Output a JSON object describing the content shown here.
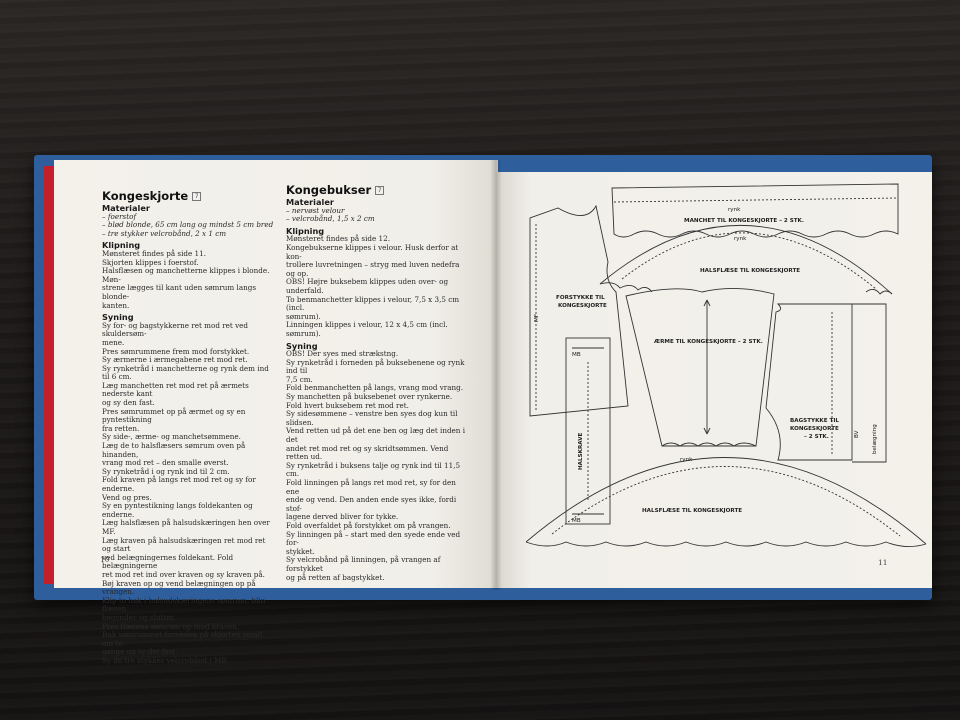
{
  "left_page": {
    "page_number": "10",
    "col1": {
      "title": "Kongeskjorte",
      "title_mark": "7",
      "sections": [
        {
          "heading": "Materialer",
          "italic": true,
          "lines": [
            "– foerstof",
            "– blød blonde, 65 cm lang og mindst 5 cm bred",
            "– tre stykker velcrobånd, 2 x 1 cm"
          ]
        },
        {
          "heading": "Klipning",
          "italic": false,
          "lines": [
            "Mønsteret findes på side 11.",
            "Skjorten klippes i foerstof.",
            "Halsflæsen og manchetterne klippes i blonde. Møn-",
            "strene lægges til kant uden sømrum langs blonde-",
            "kanten."
          ]
        },
        {
          "heading": "Syning",
          "italic": false,
          "lines": [
            "Sy for- og bagstykkerne ret mod ret ved skuldersøm-",
            "mene.",
            "Pres sømrummene frem mod forstykket.",
            "Sy ærmerne i ærmegabene ret mod ret.",
            "Sy rynketråd i manchetterne og rynk dem ind til 6 cm.",
            "Læg manchetten ret mod ret på ærmets nederste kant",
            "og sy den fast.",
            "Pres sømrummet op på ærmet og sy en pyntestikning",
            "fra retten.",
            "Sy side-, ærme- og manchetsømmene.",
            "Læg de to halsflæsers sømrum oven på hinanden,",
            "vrang mod ret – den smalle øverst.",
            "Sy rynketråd i og rynk ind til 2 cm.",
            "Fold kraven på langs ret mod ret og sy for enderne.",
            "Vend og pres.",
            "Sy en pyntestikning langs foldekanten og enderne.",
            "Læg halsflæsen på halsudskæringen hen over MF.",
            "Læg kraven på halsudskæringen ret mod ret og start",
            "ved belægningernes foldekant. Fold belægningerne",
            "ret mod ret ind over kraven og sy kraven på.",
            "Bøj kraven op og vend belægningen op på vrangen.",
            "Klip to hak i halsudskæringens sømrum, blin flæsen",
            "begynder og slutter.",
            "Pres flæsens sømrum op mod kraven.",
            "Buk sømrummet forneden på skjorten smalt om to",
            "gange og sy det fast.",
            "Sy de tre stykker velcrobånd i MB."
          ]
        }
      ]
    },
    "col2": {
      "title": "Kongebukser",
      "title_mark": "7",
      "sections": [
        {
          "heading": "Materialer",
          "italic": true,
          "lines": [
            "– nervøst velour",
            "– velcrobånd, 1,5 x 2 cm"
          ]
        },
        {
          "heading": "Klipning",
          "italic": false,
          "lines": [
            "Mønsteret findes på side 12.",
            "Kongebukserne klippes i velour. Husk derfor at kon-",
            "trollere luvretningen – stryg med luven nedefra og op.",
            "OBS! Højre buksebem klippes uden over- og underfald.",
            "To benmanchetter klippes i velour, 7,5 x 3,5 cm (incl.",
            "sømrum).",
            "Linningen klippes i velour, 12 x 4,5 cm (incl. sømrum)."
          ]
        },
        {
          "heading": "Syning",
          "italic": false,
          "lines": [
            "OBS! Der syes med strækstng.",
            "Sy rynketråd i forneden på buksebenene og rynk ind til",
            "7,5 cm.",
            "Fold benmanchetten på langs, vrang mod vrang.",
            "Sy manchetten på buksebenet over rynkerne.",
            "Fold hvert buksebem ret mod ret.",
            "Sy sidesømmene – venstre ben syes dog kun til slidsen.",
            "Vend retten ud på det ene ben og læg det inden i det",
            "andet ret mod ret og sy skridtsømmen. Vend retten ud.",
            "Sy rynketråd i buksens talje og rynk ind til 11,5 cm.",
            "Fold linningen på langs ret mod ret, sy for den ene",
            "ende og vend. Den anden ende syes ikke, fordi stof-",
            "lagene derved bliver for tykke.",
            "Fold overfaldet på forstykket om på vrangen.",
            "Sy linningen på – start med den syede ende ved for-",
            "stykket.",
            "Sy velcrobånd på linningen, på vrangen af forstykket",
            "og på retten af bagstykket."
          ]
        }
      ]
    }
  },
  "right_page": {
    "page_number": "11",
    "labels": {
      "manchet": "MANCHET TIL KONGESKJORTE – 2 STK.",
      "rynk_top": "rynk",
      "rynk_mid": "rynk",
      "rynk_bottom": "rynk",
      "halsflaese_top": "HALSFLÆSE TIL KONGESKJORTE",
      "forstykke_1": "FORSTYKKE TIL",
      "forstykke_2": "KONGESKJORTE",
      "mf": "MF",
      "aerme": "ÆRME TIL KONGESKJORTE – 2 STK.",
      "bagstykke_1": "BAGSTYKKE TIL",
      "bagstykke_2": "KONGESKJORTE",
      "bagstykke_3": "– 2 STK.",
      "mb_top": "MB",
      "mb_bottom": "MB",
      "halskrave": "HALSKRAVE",
      "bv": "BV",
      "belaegning": "belægning",
      "halsflaese_bottom": "HALSFLÆSE TIL KONGESKJORTE"
    }
  }
}
